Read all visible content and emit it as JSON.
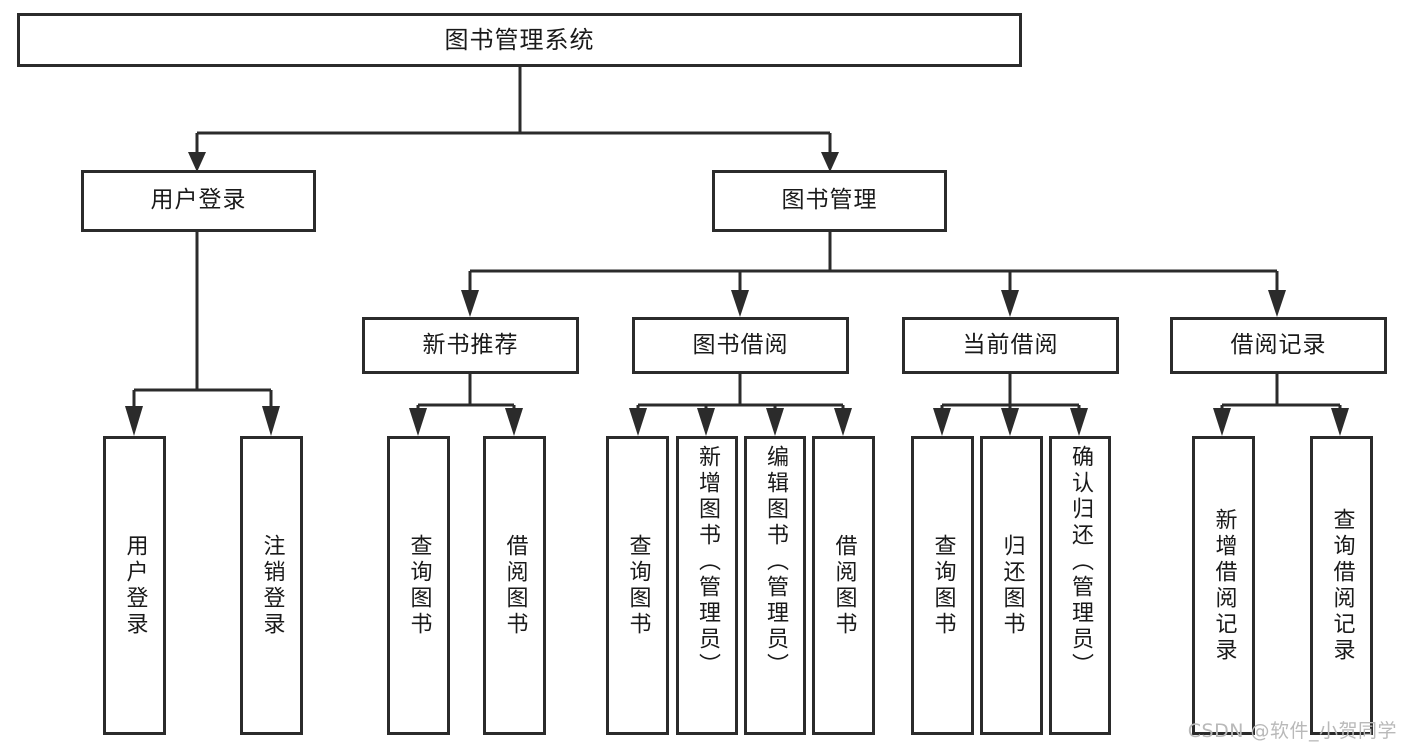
{
  "diagram": {
    "title": "图书管理系统",
    "type": "functional-structure-tree",
    "watermark": "CSDN @软件_小贺同学",
    "colors": {
      "stroke": "#2b2b2b",
      "node_fill": "#ffffff",
      "text": "#1a1a1a",
      "watermark": "#b9b9b9",
      "background": "#ffffff"
    },
    "levels": {
      "root": {
        "label": "图书管理系统"
      },
      "modules": [
        {
          "label": "用户登录"
        },
        {
          "label": "图书管理"
        }
      ],
      "submodules": [
        {
          "label": "新书推荐"
        },
        {
          "label": "图书借阅"
        },
        {
          "label": "当前借阅"
        },
        {
          "label": "借阅记录"
        }
      ],
      "leaves": {
        "user_login": [
          {
            "label": "用户登录"
          },
          {
            "label": "注销登录"
          }
        ],
        "new_book_recommend": [
          {
            "label": "查询图书"
          },
          {
            "label": "借阅图书"
          }
        ],
        "book_borrow": [
          {
            "label": "查询图书"
          },
          {
            "label": "新增图书（管理员）"
          },
          {
            "label": "编辑图书（管理员）"
          },
          {
            "label": "借阅图书"
          }
        ],
        "current_borrow": [
          {
            "label": "查询图书"
          },
          {
            "label": "归还图书"
          },
          {
            "label": "确认归还（管理员）"
          }
        ],
        "borrow_record": [
          {
            "label": "新增借阅记录"
          },
          {
            "label": "查询借阅记录"
          }
        ]
      }
    }
  }
}
